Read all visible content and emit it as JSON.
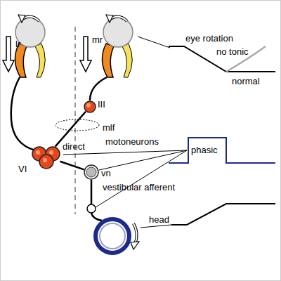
{
  "diagram": {
    "nodes": [
      {
        "text": [
          "III"
        ]
      },
      {
        "text": [
          "mlf"
        ]
      },
      {
        "text": [
          "VI"
        ]
      },
      {
        "text": [
          "vn"
        ]
      }
    ],
    "edges": [
      {
        "from": 3,
        "to": 2,
        "arrow": "none"
      },
      {
        "from": 2,
        "to": 0,
        "arrow": "none"
      }
    ],
    "labels": [
      "lr",
      "mr",
      "eye rotation",
      "no tonic",
      "normal",
      "direct",
      "motoneurons",
      "phasic",
      "vestibular afferent",
      "head"
    ]
  }
}
